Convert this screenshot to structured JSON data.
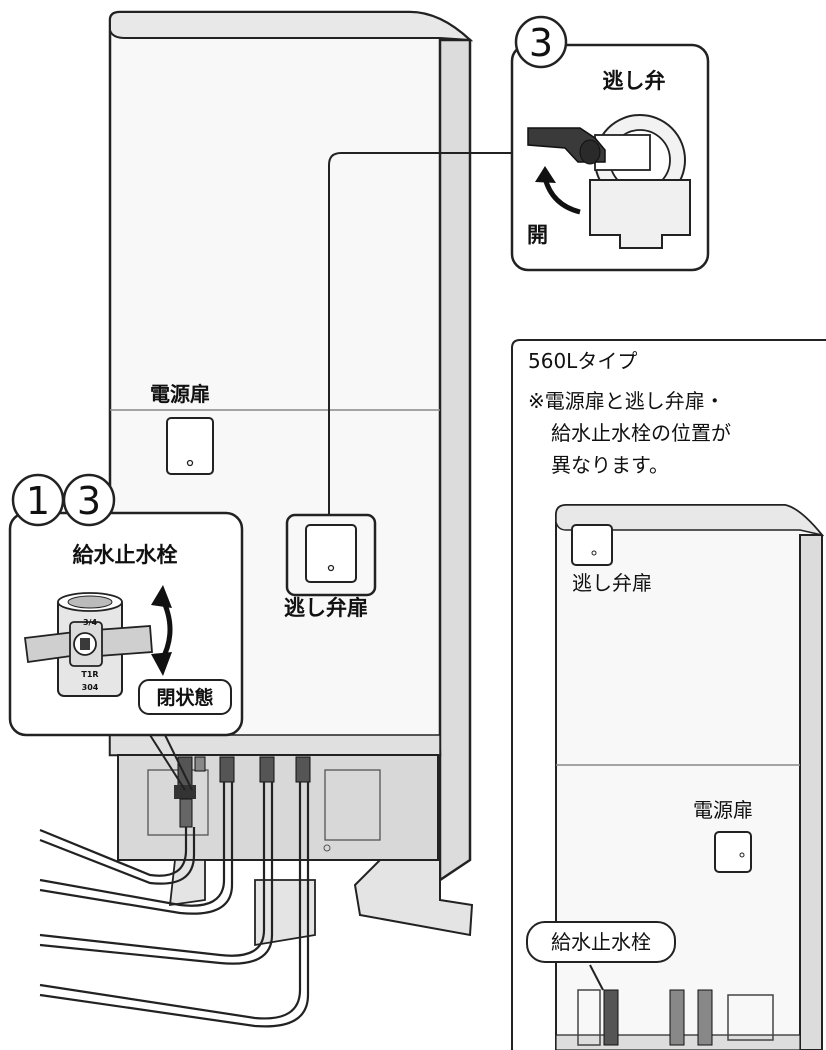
{
  "callout_valve": {
    "number": "3",
    "title": "逃し弁",
    "action": "開"
  },
  "callout_supply": {
    "numbers": [
      "1",
      "3"
    ],
    "title": "給水止水栓",
    "state_label": "閉状態",
    "valve_markings": [
      "3/4",
      "T1R",
      "304"
    ]
  },
  "main_unit": {
    "power_door_label": "電源扉",
    "relief_door_label": "逃し弁扉"
  },
  "variant_560": {
    "title": "560Lタイプ",
    "note_lines": [
      "※電源扉と逃し弁扉・",
      "給水止水栓の位置が",
      "異なります。"
    ],
    "relief_door_label": "逃し弁扉",
    "power_door_label": "電源扉",
    "supply_label": "給水止水栓"
  },
  "colors": {
    "line": "#222222",
    "panel_fill": "#f4f4f4",
    "shadow": "#d6d6d6",
    "dark_part": "#3a3a3a"
  }
}
